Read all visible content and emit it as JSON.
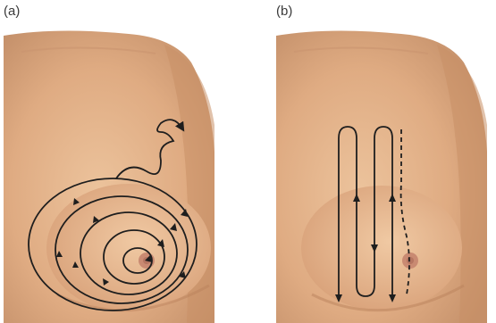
{
  "figure": {
    "panel_a": {
      "label": "(a)",
      "pattern": "spiral"
    },
    "panel_b": {
      "label": "(b)",
      "pattern": "vertical-strip"
    },
    "colors": {
      "background": "#ffffff",
      "skin_light": "#e8bd96",
      "skin_mid": "#d9a57e",
      "skin_shadow": "#b9825c",
      "nipple": "#c98a72",
      "stroke": "#1e1e1e"
    }
  }
}
